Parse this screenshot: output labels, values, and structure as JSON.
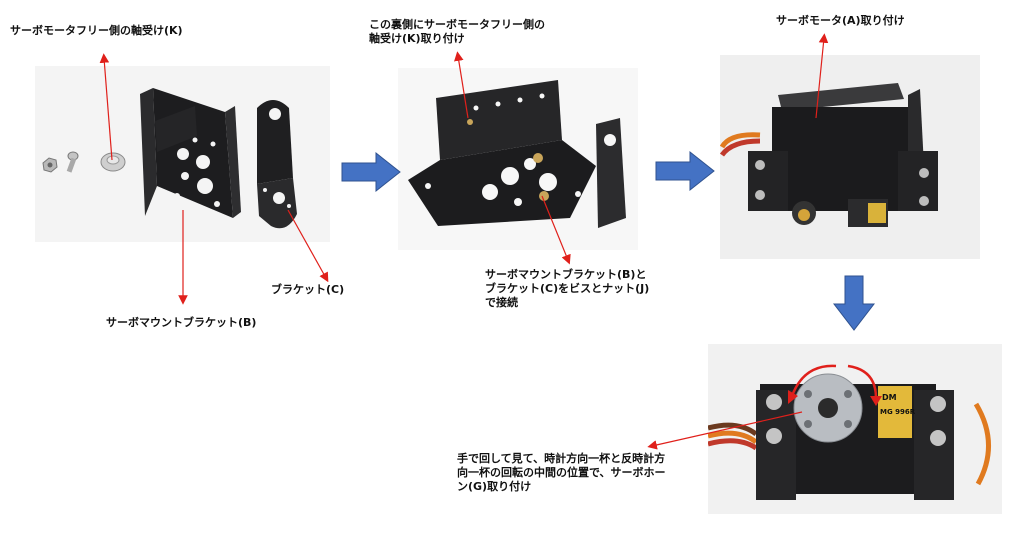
{
  "labels": {
    "servo_free_bearing": "サーボモータフリー側の軸受け(K)",
    "back_side_bearing": "この裏側にサーボモータフリー側の\n軸受け(K)取り付け",
    "servo_attach": "サーボモータ(A)取り付け",
    "bracket_c": "ブラケット(C)",
    "servo_mount_bracket_b": "サーボマウントブラケット(B)",
    "connect_screws": "サーボマウントブラケット(B)と\nブラケット(C)をビスとナット(J)\nで接続",
    "horn_attach": "手で回して見て、時計方向一杯と反時計方\n向一杯の回転の中間の位置で、サーボホー\nン(G)取り付け"
  },
  "servo_label": {
    "brand": "DM",
    "model": "MG 996R"
  },
  "colors": {
    "arrow": "#4472c4",
    "pointer": "#e0201b",
    "bracket": "#1d1d1f"
  }
}
